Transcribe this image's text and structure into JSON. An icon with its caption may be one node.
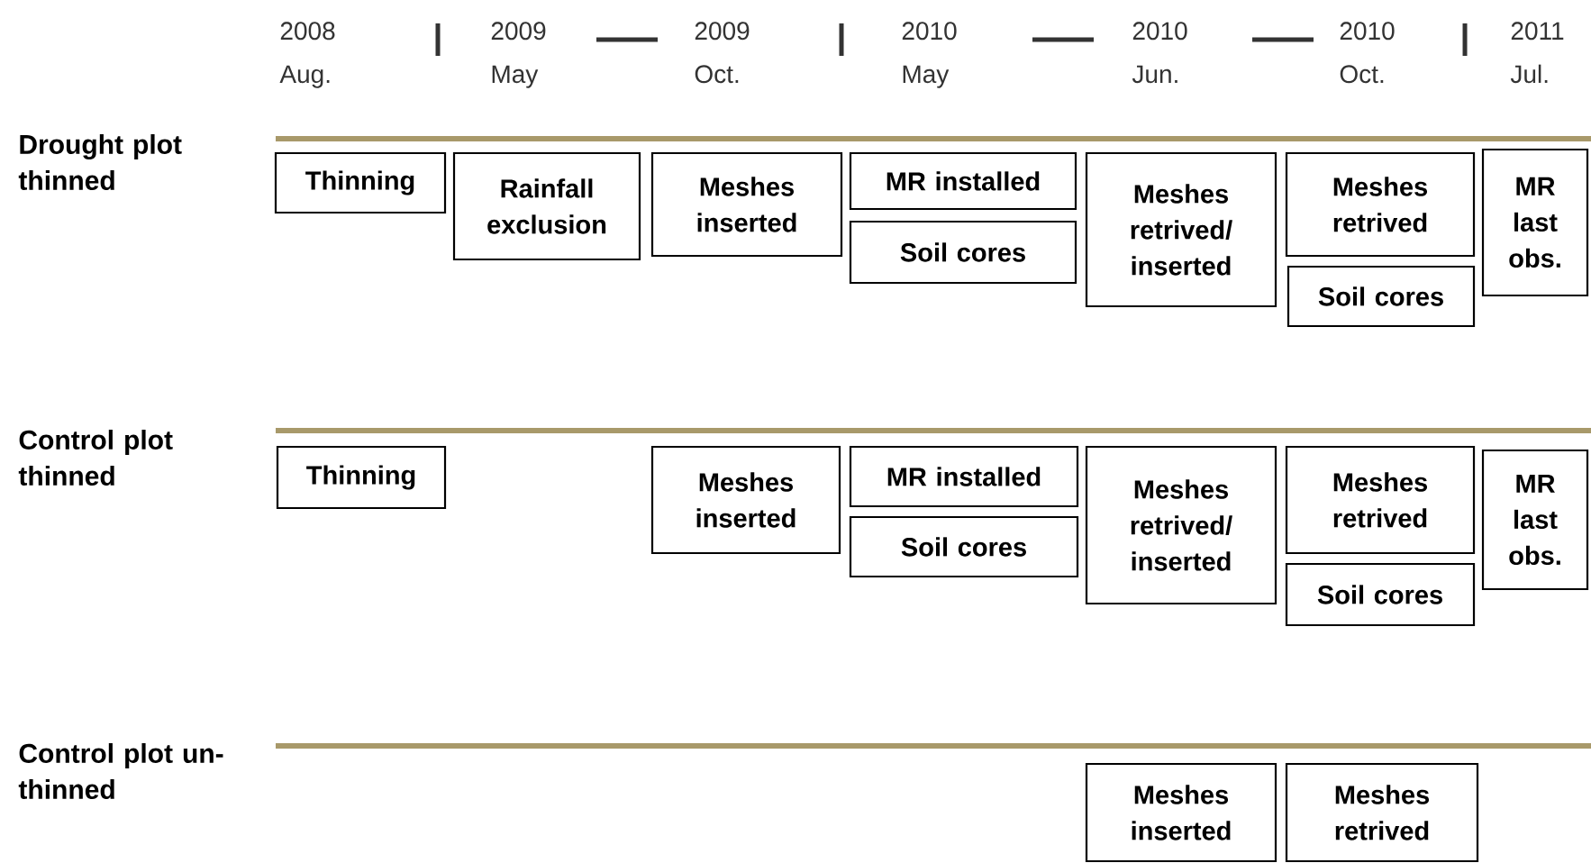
{
  "diagram": {
    "nodes": [
      {
        "text": [
          "Thinning"
        ]
      },
      {
        "text": [
          "Rainfall exclusion"
        ]
      },
      {
        "text": [
          "Meshes inserted"
        ]
      },
      {
        "text": [
          "MR installed"
        ]
      },
      {
        "text": [
          "Soil cores"
        ]
      },
      {
        "text": [
          "Meshes retrived/ inserted"
        ]
      },
      {
        "text": [
          "Meshes retrived"
        ]
      },
      {
        "text": [
          "Soil cores"
        ]
      },
      {
        "text": [
          "MR last obs."
        ]
      },
      {
        "text": [
          "Thinning"
        ]
      },
      {
        "text": [
          "Meshes inserted"
        ]
      },
      {
        "text": [
          "MR installed"
        ]
      },
      {
        "text": [
          "Soil cores"
        ]
      },
      {
        "text": [
          "Meshes retrived/ inserted"
        ]
      },
      {
        "text": [
          "Meshes retrived"
        ]
      },
      {
        "text": [
          "Soil cores"
        ]
      },
      {
        "text": [
          "MR last obs."
        ]
      },
      {
        "text": [
          "Meshes inserted"
        ]
      },
      {
        "text": [
          "Meshes retrived"
        ]
      }
    ],
    "labels": [
      "2008 Aug.",
      "2009 May",
      "2009 Oct.",
      "2010 May",
      "2010 Jun.",
      "2010 Oct.",
      "2011 Jul.",
      "Drought plot thinned",
      "Control plot thinned",
      "Control plot un-thinned"
    ]
  }
}
